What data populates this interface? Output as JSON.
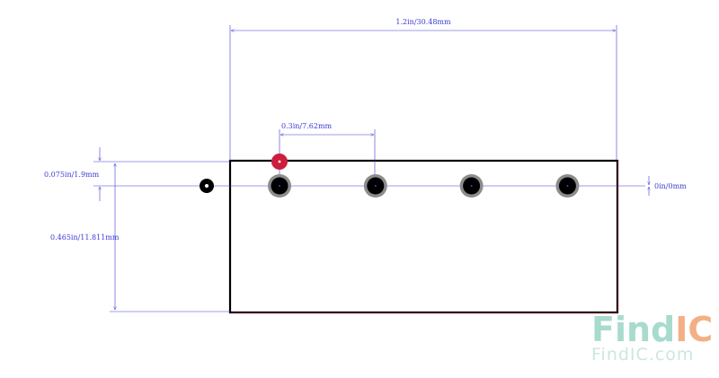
{
  "dimensions": {
    "overall_width": "1.2in/30.48mm",
    "pitch": "0.3in/7.62mm",
    "pin_offset": "0.075in/1.9mm",
    "body_height": "0.465in/11.811mm",
    "origin": "0in/0mm"
  },
  "pins": {
    "count": 4,
    "pin1_marker_color": "#cc1f3f",
    "pad_color": "#8c8c8c",
    "hole_color": "#000000"
  },
  "colors": {
    "dimension_lines": "#3b3bd6",
    "outline": "#000000"
  },
  "watermark": {
    "line1_a": "Find",
    "line1_b": "IC",
    "line2": "FindIC.com",
    "color_a": "#9ed8c8",
    "color_b": "#f2a878"
  }
}
